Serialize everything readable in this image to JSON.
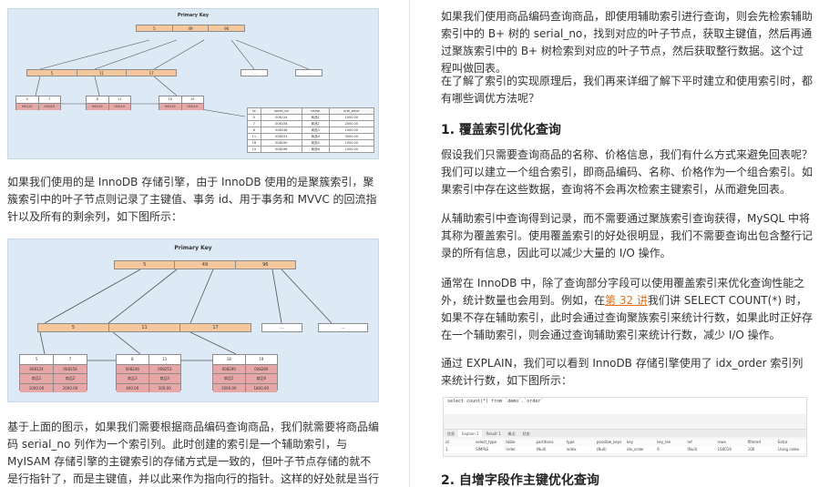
{
  "left": {
    "fig1": {
      "title": "Primary Key",
      "root": [
        "5",
        "49",
        "96"
      ],
      "level2": [
        "5",
        "11",
        "17",
        "...",
        "..."
      ],
      "leaves": [
        {
          "keys": [
            "5",
            "7"
          ],
          "codes": [
            "00Q1S",
            "00Q1S"
          ]
        },
        {
          "keys": [
            "8",
            "11"
          ],
          "codes": [
            "00Q1S",
            "00Q1S"
          ]
        },
        {
          "keys": [
            "18",
            "19"
          ],
          "codes": [
            "00Q1S",
            "00Q1S"
          ]
        }
      ],
      "table": {
        "headers": [
          "id",
          "serial_no",
          "name",
          "unit_price"
        ],
        "rows": [
          [
            "5",
            "008124",
            "商品1",
            "1000.00"
          ],
          [
            "7",
            "008158",
            "商品2",
            "2000.00"
          ],
          [
            "8",
            "008246",
            "商品3",
            "1000.00"
          ],
          [
            "11",
            "008253",
            "商品4",
            "3000.00"
          ],
          [
            "18",
            "008290",
            "商品5",
            "1000.00"
          ],
          [
            "19",
            "008296",
            "商品6",
            "1000.00"
          ]
        ]
      }
    },
    "para1": "如果我们使用的是 InnoDB 存储引擎，由于 InnoDB 使用的是聚簇索引，聚簇索引中的叶子节点则记录了主键值、事务 id、用于事务和 MVVC 的回流指针以及所有的剩余列，如下图所示：",
    "fig2": {
      "title": "Primary Key",
      "root": [
        "5",
        "49",
        "96"
      ],
      "level2": [
        "5",
        "11",
        "17",
        "...",
        "..."
      ],
      "leaves": [
        {
          "keys": [
            "5",
            "7"
          ],
          "codes": [
            "008124",
            "008158"
          ],
          "names": [
            "商品1",
            "商品2"
          ],
          "prices": [
            "1000.00",
            "2000.00"
          ]
        },
        {
          "keys": [
            "8",
            "11"
          ],
          "codes": [
            "008246",
            "008253"
          ],
          "names": [
            "商品3",
            "商品4"
          ],
          "prices": [
            "400.00",
            "500.00"
          ]
        },
        {
          "keys": [
            "18",
            "19"
          ],
          "codes": [
            "008290",
            "008289"
          ],
          "names": [
            "商品5",
            "商品6"
          ],
          "prices": [
            "1000.00",
            "1800.00"
          ]
        }
      ]
    },
    "para2": "基于上面的图示，如果我们需要根据商品编码查询商品，我们就需要将商品编码 serial_no 列作为一个索引列。此时创建的索引是一个辅助索引，与 MyISAM 存储引擎的主键索引的存储方式是一致的，但叶子节点存储的就不是行指针了，而是主键值，并以此来作为指向行的指针。这样的好处就是当行发生移动或者数据分裂时，不用再维护索引的变更。"
  },
  "right": {
    "para1": "如果我们使用商品编码查询商品，即使用辅助索引进行查询，则会先检索辅助索引中的 B+ 树的 serial_no，找到对应的叶子节点，获取主键值，然后再通过聚族索引中的 B+ 树检索到对应的叶子节点，然后获取整行数据。这个过程叫做回表。",
    "para2": "在了解了索引的实现原理后，我们再来详细了解下平时建立和使用索引时，都有哪些调优方法呢？",
    "heading1": "1. 覆盖索引优化查询",
    "para3": "假设我们只需要查询商品的名称、价格信息，我们有什么方式来避免回表呢？我们可以建立一个组合索引，即商品编码、名称、价格作为一个组合索引。如果索引中存在这些数据，查询将不会再次检索主键索引，从而避免回表。",
    "para4": "从辅助索引中查询得到记录，而不需要通过聚族索引查询获得，MySQL 中将其称为覆盖索引。使用覆盖索引的好处很明显，我们不需要查询出包含整行记录的所有信息，因此可以减少大量的 I/O 操作。",
    "para5_a": "通常在 InnoDB 中，除了查询部分字段可以使用覆盖索引来优化查询性能之外，统计数量也会用到。例如，在",
    "para5_link": "第 32 讲",
    "para5_b": "我们讲 SELECT COUNT(*) 时，如果不存在辅助索引，此时会通过查询聚族索引来统计行数，如果此时正好存在一个辅助索引，则会通过查询辅助索引来统计行数，减少 I/O 操作。",
    "para6": "通过 EXPLAIN，我们可以看到 InnoDB 存储引擎使用了 idx_order 索引列来统计行数，如下图所示：",
    "editor": {
      "code": "select count(*) from `demo`.`order`",
      "tabs": [
        "信息",
        "Explain 1",
        "Result 1",
        "概况",
        "状态"
      ],
      "headers": [
        "id",
        "select_type",
        "table",
        "partitions",
        "type",
        "possible_keys",
        "key",
        "key_len",
        "ref",
        "rows",
        "filtered",
        "Extra"
      ],
      "row": [
        "1",
        "SIMPLE",
        "order",
        "(Null)",
        "index",
        "(Null)",
        "idx_order",
        "6",
        "(Null)",
        "160019",
        "100",
        "Using index"
      ]
    },
    "heading2": "2. 自增字段作主键优化查询"
  }
}
